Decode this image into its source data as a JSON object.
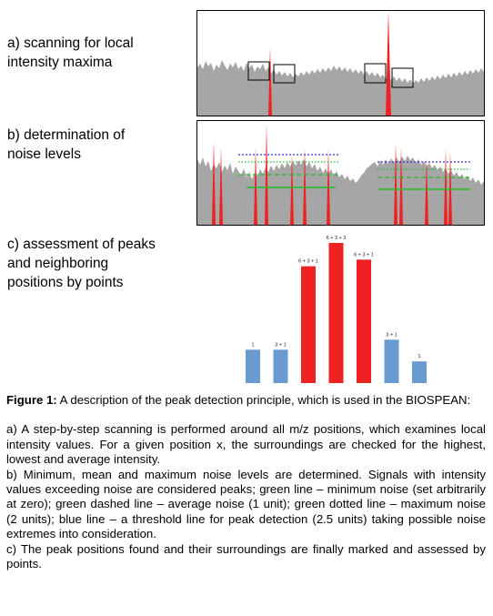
{
  "panels": {
    "a": {
      "label_line1": "a) scanning for local",
      "label_line2": "intensity maxima"
    },
    "b": {
      "label_line1": "b) determination of",
      "label_line2": "noise levels"
    },
    "c": {
      "label_line1": "c) assessment of peaks",
      "label_line2": "and neighboring",
      "label_line3": "positions by points"
    }
  },
  "colors": {
    "spectrum": "#a6a6a6",
    "peak": "#ee2222",
    "bar_peak": "#ee2222",
    "bar_neighbor": "#6a9bd0",
    "noise_green": "#22bb22",
    "threshold_blue": "#3333cc"
  },
  "chart_data": {
    "type": "bar",
    "categories": [
      "",
      "",
      "",
      "",
      "",
      "",
      ""
    ],
    "values": [
      1,
      1,
      3.5,
      4.2,
      3.7,
      1.3,
      0.65
    ],
    "bar_roles": [
      "neighbor",
      "neighbor",
      "peak",
      "peak",
      "peak",
      "neighbor",
      "neighbor"
    ],
    "point_labels": [
      "1",
      "3 + 1",
      "6 + 3 + 1",
      "6 + 3 + 3",
      "6 + 3 + 1",
      "3 + 1",
      "1"
    ],
    "title": "",
    "xlabel": "",
    "ylabel": "",
    "ylim": [
      0,
      4.2
    ],
    "grid": false
  },
  "caption": {
    "figure_label": "Figure 1:",
    "figure_text": " A description of the peak detection principle, which is used in the BIOSPEAN:",
    "para_a": "a) A step-by-step scanning is performed around all m/z positions, which examines local intensity values. For a given position x, the surroundings are checked for the highest, lowest and average intensity.",
    "para_b": "b) Minimum, mean and maximum noise levels are determined. Signals with intensity values exceeding noise are considered peaks; green line – minimum noise (set arbitrarily at zero); green dashed line – average noise (1 unit); green dotted line – maximum noise (2 units); blue line – a threshold line for peak detection (2.5 units) taking possible noise extremes into consideration.",
    "para_c": "c) The peak positions found and their surroundings are finally marked and assessed by points."
  }
}
